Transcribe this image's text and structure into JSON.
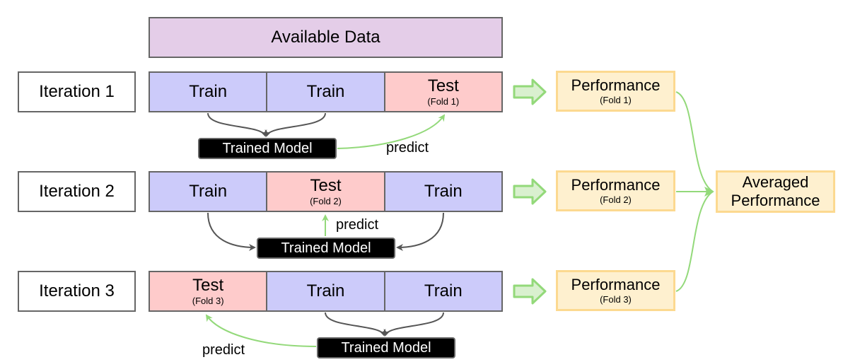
{
  "header": {
    "available_data": "Available Data"
  },
  "iterations": [
    {
      "label": "Iteration 1",
      "folds": [
        {
          "type": "train",
          "label": "Train",
          "sub": ""
        },
        {
          "type": "train",
          "label": "Train",
          "sub": ""
        },
        {
          "type": "test",
          "label": "Test",
          "sub": "(Fold 1)"
        }
      ],
      "model_label": "Trained Model",
      "predict_label": "predict",
      "performance": {
        "label": "Performance",
        "sub": "(Fold 1)"
      }
    },
    {
      "label": "Iteration 2",
      "folds": [
        {
          "type": "train",
          "label": "Train",
          "sub": ""
        },
        {
          "type": "test",
          "label": "Test",
          "sub": "(Fold 2)"
        },
        {
          "type": "train",
          "label": "Train",
          "sub": ""
        }
      ],
      "model_label": "Trained Model",
      "predict_label": "predict",
      "performance": {
        "label": "Performance",
        "sub": "(Fold 2)"
      }
    },
    {
      "label": "Iteration 3",
      "folds": [
        {
          "type": "test",
          "label": "Test",
          "sub": "(Fold 3)"
        },
        {
          "type": "train",
          "label": "Train",
          "sub": ""
        },
        {
          "type": "train",
          "label": "Train",
          "sub": ""
        }
      ],
      "model_label": "Trained Model",
      "predict_label": "predict",
      "performance": {
        "label": "Performance",
        "sub": "(Fold 3)"
      }
    }
  ],
  "averaged": {
    "line1": "Averaged",
    "line2": "Performance"
  },
  "colors": {
    "available": "#e4cde8",
    "train": "#cccbfa",
    "test": "#fecbcb",
    "performance_fill": "#fef0cf",
    "performance_border": "#fcd990",
    "arrow_green": "#93d97a",
    "arrow_gray": "#555555"
  }
}
